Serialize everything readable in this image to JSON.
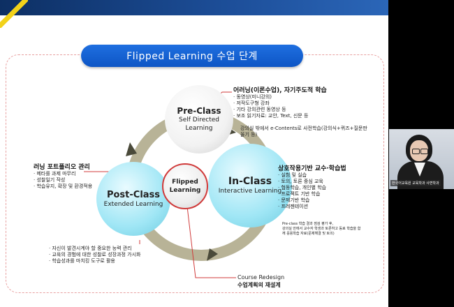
{
  "slide": {
    "title": "Flipped Learning 수업 단계",
    "pre_class": {
      "title": "Pre-Class",
      "subtitle_1": "Self Directed",
      "subtitle_2": "Learning"
    },
    "in_class": {
      "title": "In-Class",
      "subtitle": "Interactive Learning"
    },
    "post_class": {
      "title": "Post-Class",
      "subtitle": "Extended Learning"
    },
    "flipped": {
      "line1": "Flipped",
      "line2": "Learning"
    },
    "pre_notes": {
      "heading": "어러닝(이론수업), 자기주도적 학습",
      "items": [
        "동영상(미니강의)",
        "저작도구형 강좌",
        "기타 강의관련 동영상 등",
        "보조 읽기자료: 교안, Text, 신문 등"
      ],
      "extra_1": "강의실 밖에서 e-Contents로 사전학습(강의식+퀴즈+질문판",
      "extra_2": "올기 등)"
    },
    "in_notes": {
      "heading": "상호작용기반 교수·학습법",
      "items": [
        "실험 및 실습",
        "토의, 토론 중심 교육",
        "협동학습, 개인별 학습",
        "프로젝트 기반 학습",
        "문제기반 학습",
        "프레젠테이션"
      ],
      "extra_1": "Pre-class 학습 결과 점검 평가 후,",
      "extra_2": "강의실 안에서 교수자 학생과 토론하고 동료 학습을 함",
      "extra_3": "께 응용학습 자료(문제해결 및 토의)"
    },
    "post_notes": {
      "heading": "러닝 포트폴리오 관리",
      "items": [
        "메타를 과제 마무리",
        "성찰일기 작성",
        "학습유지, 확장 및 환경적용"
      ]
    },
    "bottom_notes": {
      "items": [
        "자신이 발견시계야 할 중요한 능력 관리",
        "교육의 경험에 대한 성찰로 성장과정 가시화",
        "학습성과를 마치킹 도구로 활용"
      ]
    },
    "redesign": {
      "line1": "Course Redesign",
      "line2": "수업계획의 재설계"
    }
  },
  "webcam": {
    "caption": "한국어교육원 교육학과 사변학과"
  },
  "colors": {
    "accent_blue": "#0d55c5",
    "cyan": "#9fe6f5",
    "ring_tan": "#b8b397",
    "red": "#d03a3a"
  }
}
